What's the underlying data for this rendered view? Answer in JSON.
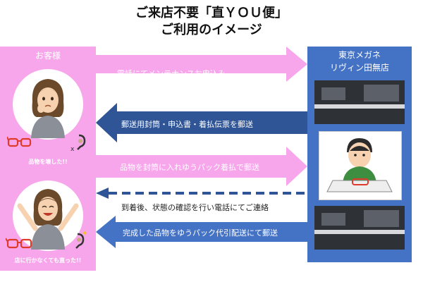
{
  "title": {
    "line1": "ご来店不要「直ＹＯＵ便」",
    "line2": "ご利用のイメージ"
  },
  "customer": {
    "label": "お客様",
    "caption_broken": "品物を壊した!!",
    "caption_happy": "店に行かなくても直った!!"
  },
  "store": {
    "name_line1": "東京メガネ",
    "name_line2": "リヴィン田無店"
  },
  "steps": [
    {
      "text": "電話にてメンテナンスお申込み",
      "direction": "right"
    },
    {
      "text": "郵送用封筒・申込書・着払伝票を郵送",
      "direction": "left"
    },
    {
      "text": "品物を封筒に入れゆうパック着払で郵送",
      "direction": "right"
    },
    {
      "text": "到着後、状態の確認を行い電話にてご連絡",
      "direction": "left"
    },
    {
      "text": "完成した品物をゆうパック代引配送にて郵送",
      "direction": "left"
    }
  ],
  "colors": {
    "pink": "#f8a6ec",
    "blue": "#4472c4",
    "navy": "#2f5597"
  },
  "icons": [
    "woman-worried-icon",
    "woman-happy-icon",
    "broken-glasses-icon",
    "hearing-aid-icon",
    "glasses-icon",
    "technician-icon",
    "shop-photo"
  ]
}
